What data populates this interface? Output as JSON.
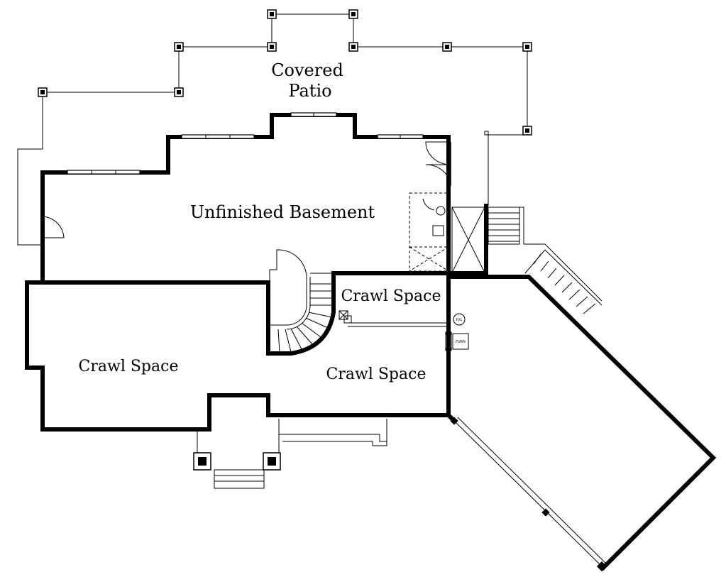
{
  "rooms": {
    "covered_patio_line1": "Covered",
    "covered_patio_line2": "Patio",
    "unfinished_basement": "Unfinished Basement",
    "crawl_space_upper": "Crawl Space",
    "crawl_space_left": "Crawl Space",
    "crawl_space_center": "Crawl Space"
  },
  "fixtures": {
    "water_heater": "H/L",
    "furnace": "FURN"
  }
}
